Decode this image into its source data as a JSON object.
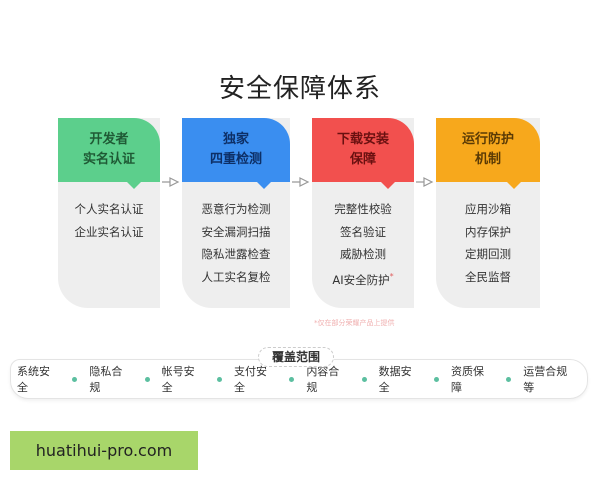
{
  "title": "安全保障体系",
  "cards": [
    {
      "head_line1": "开发者",
      "head_line2": "实名认证",
      "color": "#5ccf8c",
      "head_text_color": "#1f5a35",
      "items": [
        "个人实名认证",
        "企业实名认证"
      ]
    },
    {
      "head_line1": "独家",
      "head_line2": "四重检测",
      "color": "#3a8ef0",
      "head_text_color": "#0d2f66",
      "items": [
        "恶意行为检测",
        "安全漏洞扫描",
        "隐私泄露检查",
        "人工实名复检"
      ]
    },
    {
      "head_line1": "下载安装",
      "head_line2": "保障",
      "color": "#f2504e",
      "head_text_color": "#6a1010",
      "items": [
        "完整性校验",
        "签名验证",
        "威胁检测",
        "AI安全防护"
      ],
      "last_item_star": "*"
    },
    {
      "head_line1": "运行防护",
      "head_line2": "机制",
      "color": "#f7a81c",
      "head_text_color": "#5a3a05",
      "items": [
        "应用沙箱",
        "内存保护",
        "定期回测",
        "全民监督"
      ]
    }
  ],
  "footnote": "*仅在部分荣耀产品上提供",
  "scope": {
    "label": "覆盖范围",
    "items": [
      "系统安全",
      "隐私合规",
      "帐号安全",
      "支付安全",
      "内容合规",
      "数据安全",
      "资质保障",
      "运营合规 等"
    ],
    "dot_color": "#5cbfa0"
  },
  "watermark": "huatihui-pro.com"
}
